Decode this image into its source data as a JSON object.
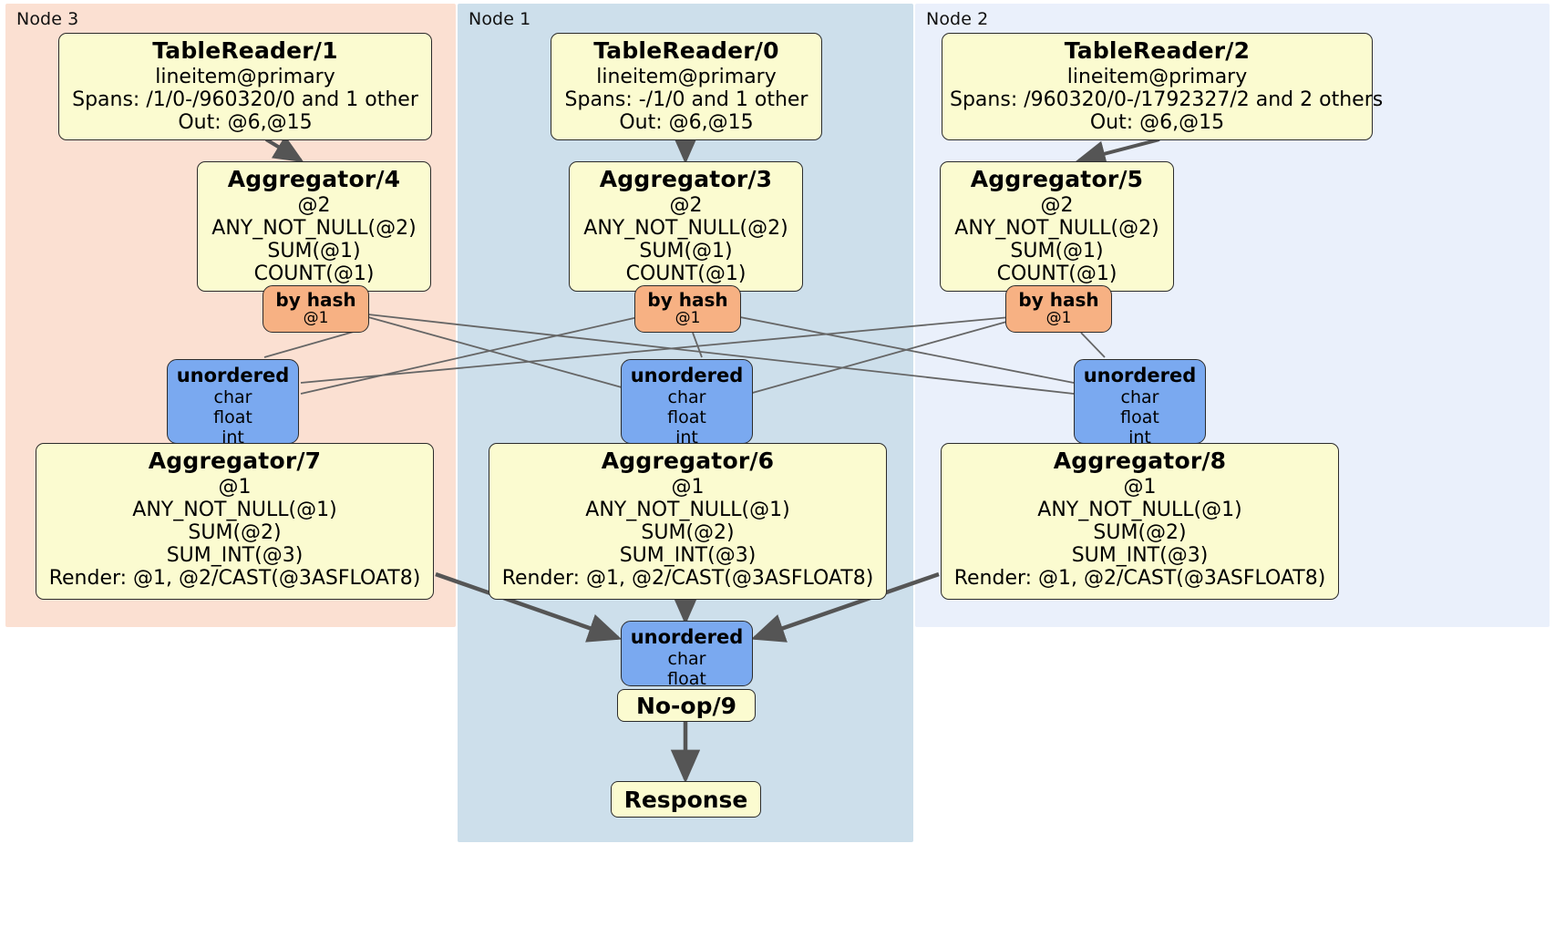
{
  "diagram": {
    "title": "Distributed SQL execution plan",
    "colors": {
      "node3_bg": "#fbe0d2",
      "node1_bg": "#cddfeb",
      "node2_bg": "#eaf0fb",
      "processor_fill": "#fbfbd0",
      "router_fill": "#f7b183",
      "sync_fill": "#7aa9f0",
      "stroke": "#2b2b2b",
      "edge": "#555555",
      "thin_edge": "#666666"
    }
  },
  "nodes": [
    {
      "id": "node3",
      "label": "Node 3"
    },
    {
      "id": "node1",
      "label": "Node 1"
    },
    {
      "id": "node2",
      "label": "Node 2"
    }
  ],
  "processors": {
    "tablereader_1": {
      "title": "TableReader/1",
      "lines": [
        "lineitem@primary",
        "Spans: /1/0-/960320/0 and 1 other",
        "Out: @6,@15"
      ]
    },
    "tablereader_0": {
      "title": "TableReader/0",
      "lines": [
        "lineitem@primary",
        "Spans: -/1/0 and 1 other",
        "Out: @6,@15"
      ]
    },
    "tablereader_2": {
      "title": "TableReader/2",
      "lines": [
        "lineitem@primary",
        "Spans: /960320/0-/1792327/2 and 2 others",
        "Out: @6,@15"
      ]
    },
    "aggregator_4": {
      "title": "Aggregator/4",
      "lines": [
        "@2",
        "ANY_NOT_NULL(@2)",
        "SUM(@1)",
        "COUNT(@1)"
      ]
    },
    "aggregator_3": {
      "title": "Aggregator/3",
      "lines": [
        "@2",
        "ANY_NOT_NULL(@2)",
        "SUM(@1)",
        "COUNT(@1)"
      ]
    },
    "aggregator_5": {
      "title": "Aggregator/5",
      "lines": [
        "@2",
        "ANY_NOT_NULL(@2)",
        "SUM(@1)",
        "COUNT(@1)"
      ]
    },
    "aggregator_7": {
      "title": "Aggregator/7",
      "lines": [
        "@1",
        "ANY_NOT_NULL(@1)",
        "SUM(@2)",
        "SUM_INT(@3)",
        "Render: @1, @2/CAST(@3ASFLOAT8)"
      ]
    },
    "aggregator_6": {
      "title": "Aggregator/6",
      "lines": [
        "@1",
        "ANY_NOT_NULL(@1)",
        "SUM(@2)",
        "SUM_INT(@3)",
        "Render: @1, @2/CAST(@3ASFLOAT8)"
      ]
    },
    "aggregator_8": {
      "title": "Aggregator/8",
      "lines": [
        "@1",
        "ANY_NOT_NULL(@1)",
        "SUM(@2)",
        "SUM_INT(@3)",
        "Render: @1, @2/CAST(@3ASFLOAT8)"
      ]
    },
    "noop_9": {
      "title": "No-op/9"
    },
    "response": {
      "title": "Response"
    }
  },
  "routers": {
    "by_hash_left": {
      "title": "by hash",
      "line": "@1"
    },
    "by_hash_center": {
      "title": "by hash",
      "line": "@1"
    },
    "by_hash_right": {
      "title": "by hash",
      "line": "@1"
    }
  },
  "synchronizers": {
    "unordered_left": {
      "title": "unordered",
      "lines": [
        "char",
        "float",
        "int"
      ]
    },
    "unordered_center": {
      "title": "unordered",
      "lines": [
        "char",
        "float",
        "int"
      ]
    },
    "unordered_right": {
      "title": "unordered",
      "lines": [
        "char",
        "float",
        "int"
      ]
    },
    "unordered_final": {
      "title": "unordered",
      "lines": [
        "char",
        "float"
      ]
    }
  }
}
